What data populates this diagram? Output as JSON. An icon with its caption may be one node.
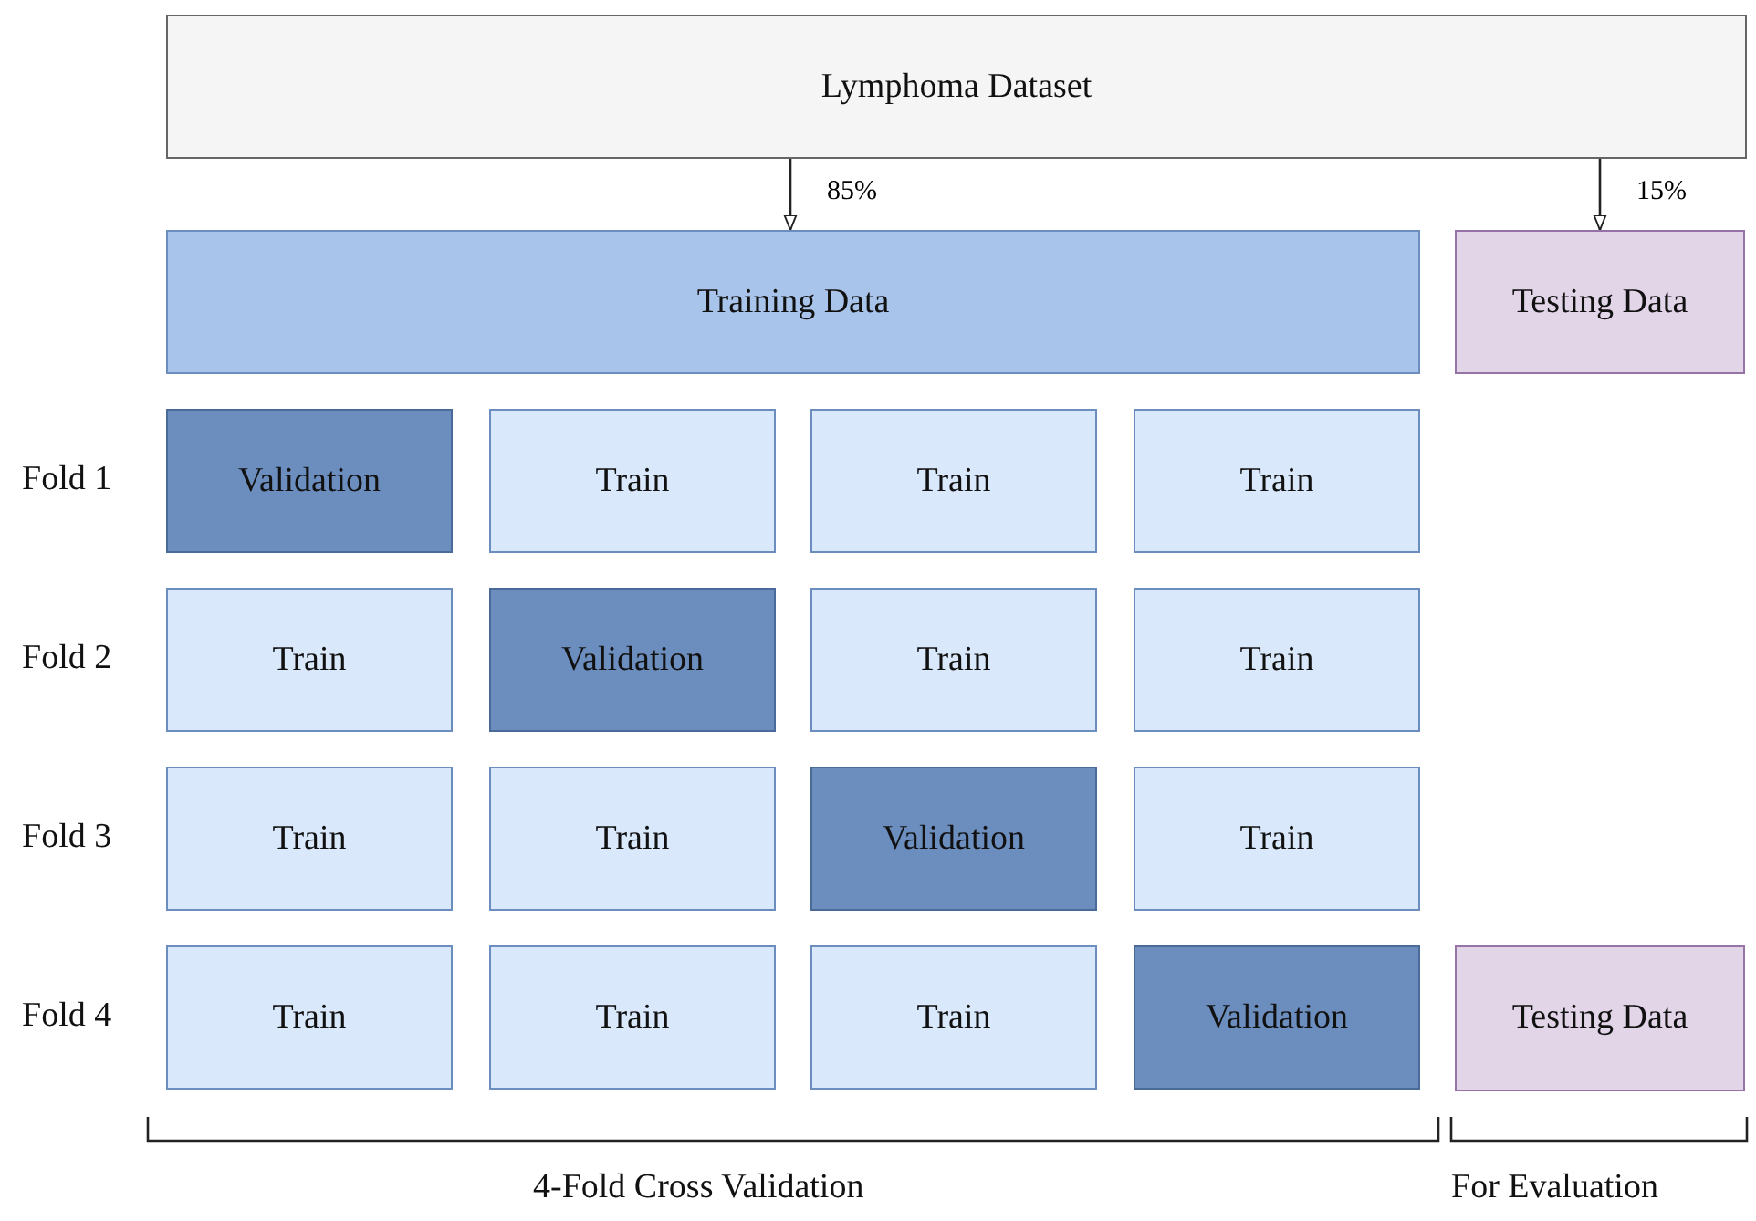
{
  "diagram": {
    "nodes": [
      {
        "text": [
          "Lymphoma Dataset"
        ]
      },
      {
        "text": [
          "Training Data"
        ]
      },
      {
        "text": [
          "Testing Data"
        ]
      },
      {
        "text": [
          "Validation"
        ]
      },
      {
        "text": [
          "Train"
        ]
      },
      {
        "text": [
          "Train"
        ]
      },
      {
        "text": [
          "Train"
        ]
      },
      {
        "text": [
          "Train"
        ]
      },
      {
        "text": [
          "Validation"
        ]
      },
      {
        "text": [
          "Train"
        ]
      },
      {
        "text": [
          "Train"
        ]
      },
      {
        "text": [
          "Train"
        ]
      },
      {
        "text": [
          "Train"
        ]
      },
      {
        "text": [
          "Validation"
        ]
      },
      {
        "text": [
          "Train"
        ]
      },
      {
        "text": [
          "Train"
        ]
      },
      {
        "text": [
          "Train"
        ]
      },
      {
        "text": [
          "Train"
        ]
      },
      {
        "text": [
          "Validation"
        ]
      },
      {
        "text": [
          "Testing Data"
        ]
      }
    ],
    "edges": [
      {
        "from": 0,
        "to": 1,
        "arrow": "to",
        "label": "85%"
      },
      {
        "from": 0,
        "to": 2,
        "arrow": "to",
        "label": "15%"
      }
    ],
    "labels": [
      "Fold 1",
      "Fold 2",
      "Fold 3",
      "Fold 4",
      "4-Fold Cross Validation",
      "For Evaluation"
    ]
  }
}
